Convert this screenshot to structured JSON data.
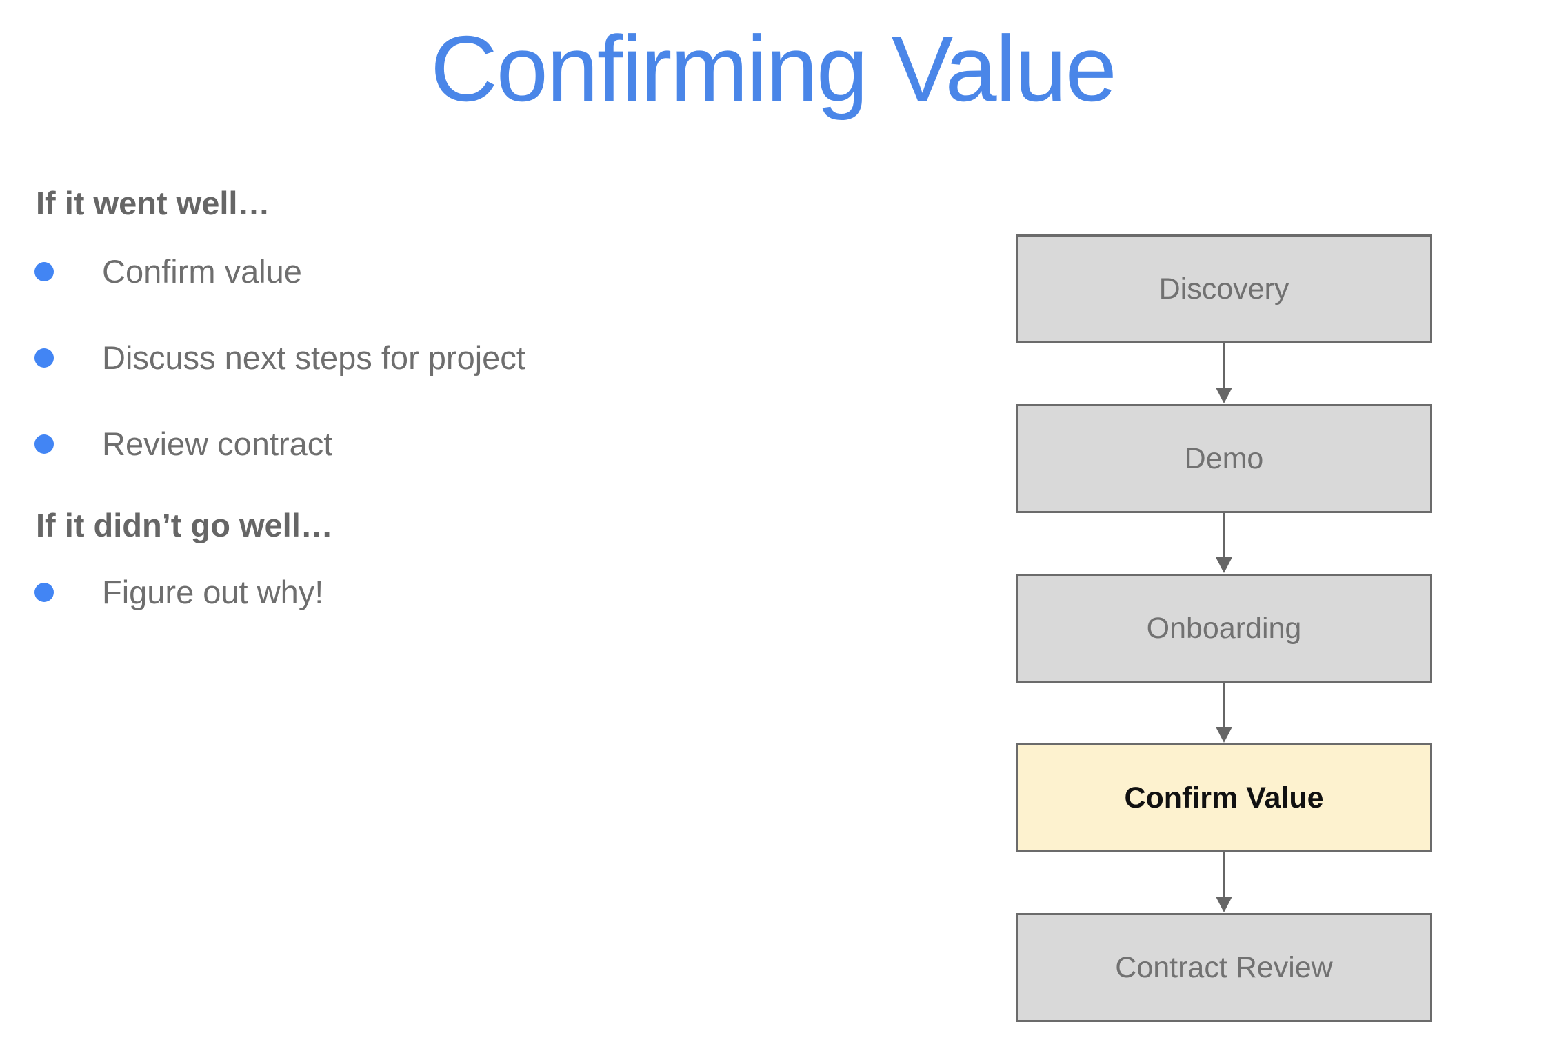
{
  "slide": {
    "title": "Confirming Value",
    "sections": [
      {
        "heading": "If it went well…",
        "bullets": [
          "Confirm value",
          "Discuss next steps for project",
          "Review contract"
        ]
      },
      {
        "heading": "If it didn’t go well…",
        "bullets": [
          "Figure out why!"
        ]
      }
    ],
    "flowchart": {
      "steps": [
        {
          "label": "Discovery",
          "highlighted": false
        },
        {
          "label": "Demo",
          "highlighted": false
        },
        {
          "label": "Onboarding",
          "highlighted": false
        },
        {
          "label": "Confirm Value",
          "highlighted": true
        },
        {
          "label": "Contract Review",
          "highlighted": false
        }
      ]
    },
    "colors": {
      "title_blue": "#4a86e8",
      "bullet_dot_blue": "#4285f4",
      "heading_gray": "#666666",
      "body_gray": "#6e6e6e",
      "box_fill_gray": "#d9d9d9",
      "box_border_gray": "#6b6b6b",
      "box_label_gray": "#717171",
      "highlight_fill_yellow": "#fdf2cf",
      "highlight_text_black": "#111111",
      "arrow_gray": "#666666"
    }
  }
}
